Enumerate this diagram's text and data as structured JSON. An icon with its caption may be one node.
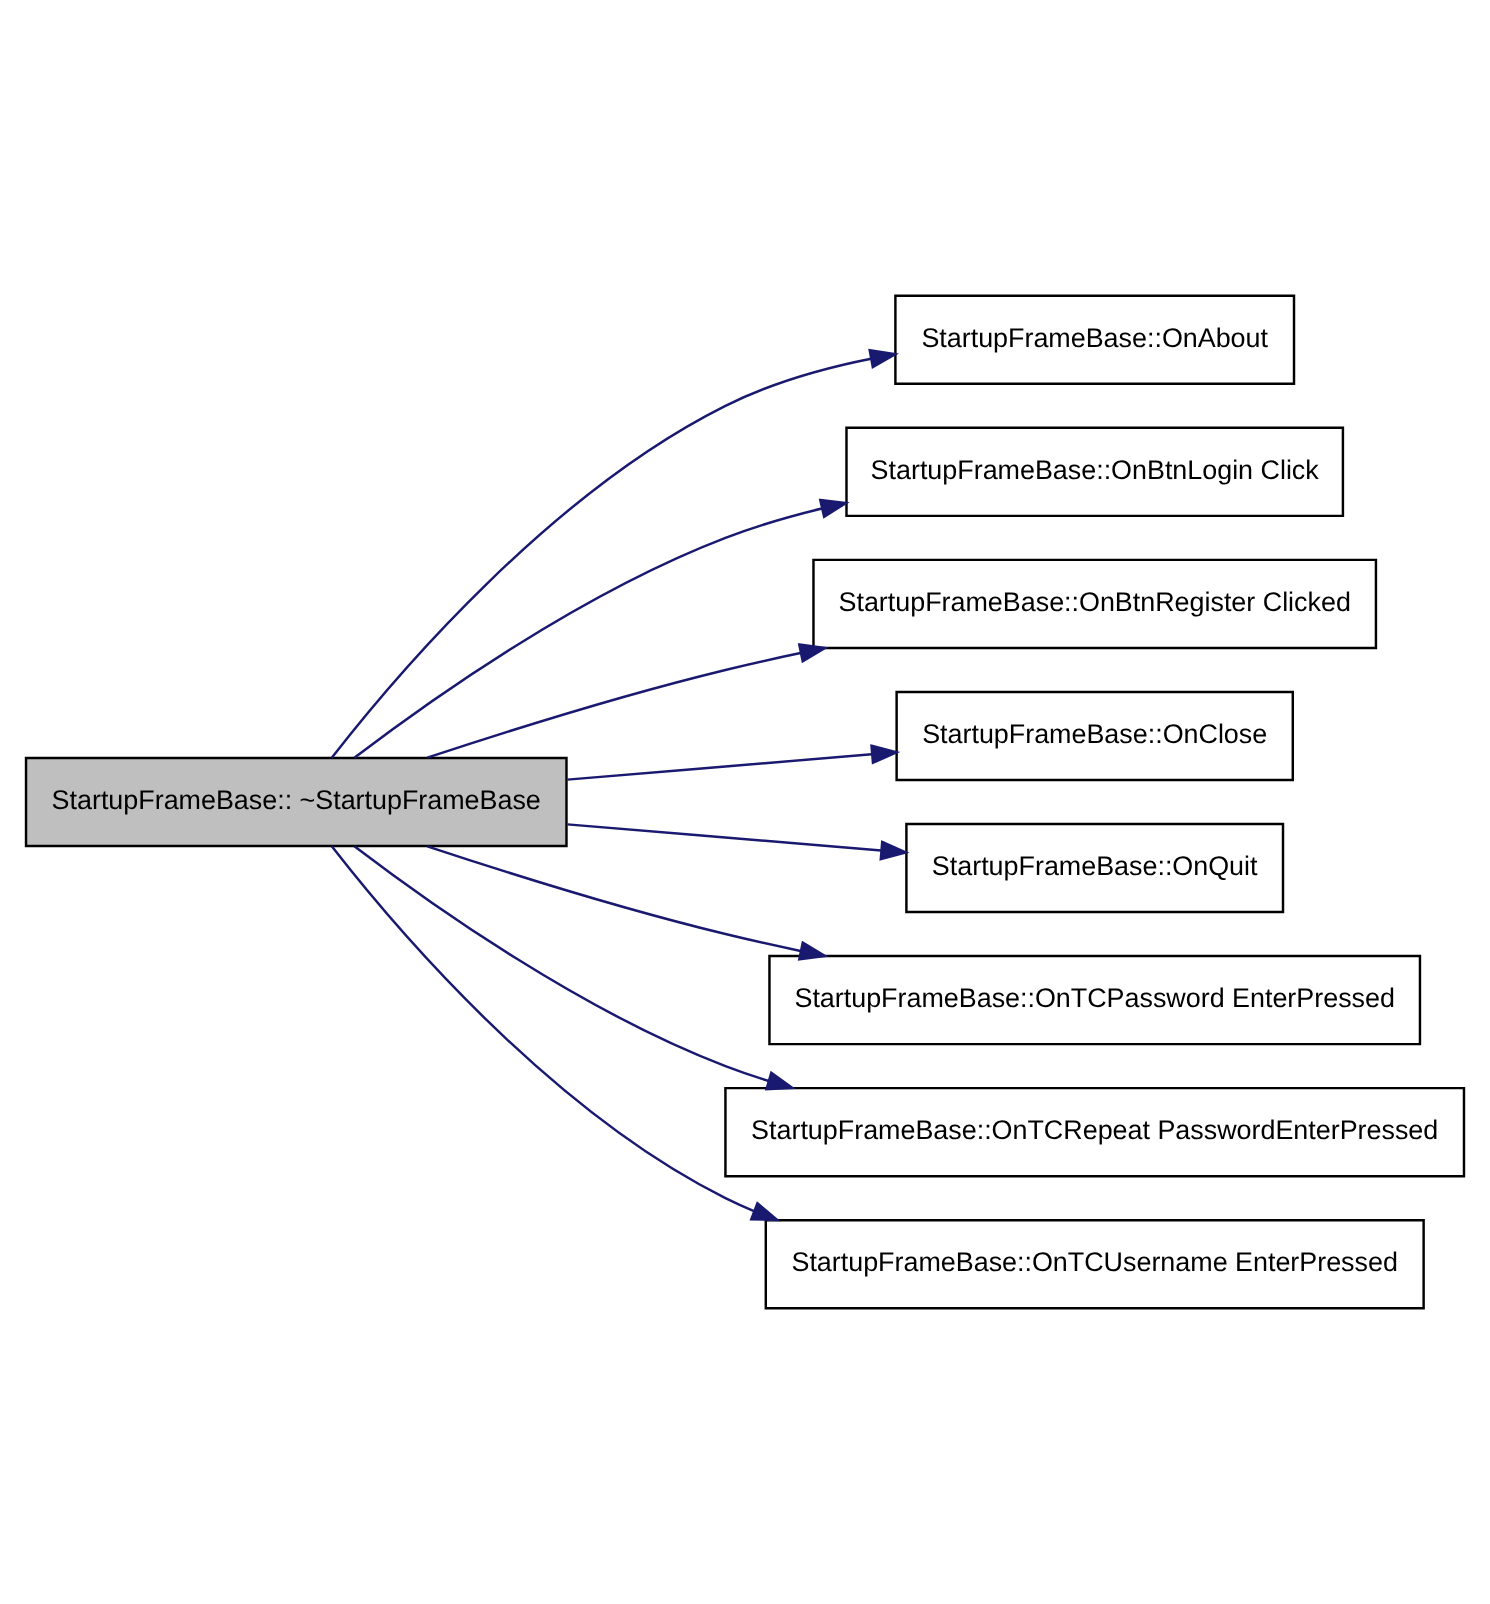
{
  "diagram": {
    "nodes": [
      {
        "text": [
          "StartupFrameBase:: ~StartupFrameBase"
        ]
      },
      {
        "text": [
          "StartupFrameBase::OnAbout"
        ]
      },
      {
        "text": [
          "StartupFrameBase::OnBtnLogin Click"
        ]
      },
      {
        "text": [
          "StartupFrameBase::OnBtnRegister Clicked"
        ]
      },
      {
        "text": [
          "StartupFrameBase::OnClose"
        ]
      },
      {
        "text": [
          "StartupFrameBase::OnQuit"
        ]
      },
      {
        "text": [
          "StartupFrameBase::OnTCPassword EnterPressed"
        ]
      },
      {
        "text": [
          "StartupFrameBase::OnTCRepeat PasswordEnterPressed"
        ]
      },
      {
        "text": [
          "StartupFrameBase::OnTCUsername EnterPressed"
        ]
      }
    ],
    "edges": [
      {
        "from": 0,
        "to": 1,
        "arrow": "to"
      },
      {
        "from": 0,
        "to": 2,
        "arrow": "to"
      },
      {
        "from": 0,
        "to": 3,
        "arrow": "to"
      },
      {
        "from": 0,
        "to": 4,
        "arrow": "to"
      },
      {
        "from": 0,
        "to": 5,
        "arrow": "to"
      },
      {
        "from": 0,
        "to": 6,
        "arrow": "to"
      },
      {
        "from": 0,
        "to": 7,
        "arrow": "to"
      },
      {
        "from": 0,
        "to": 8,
        "arrow": "to"
      }
    ]
  }
}
